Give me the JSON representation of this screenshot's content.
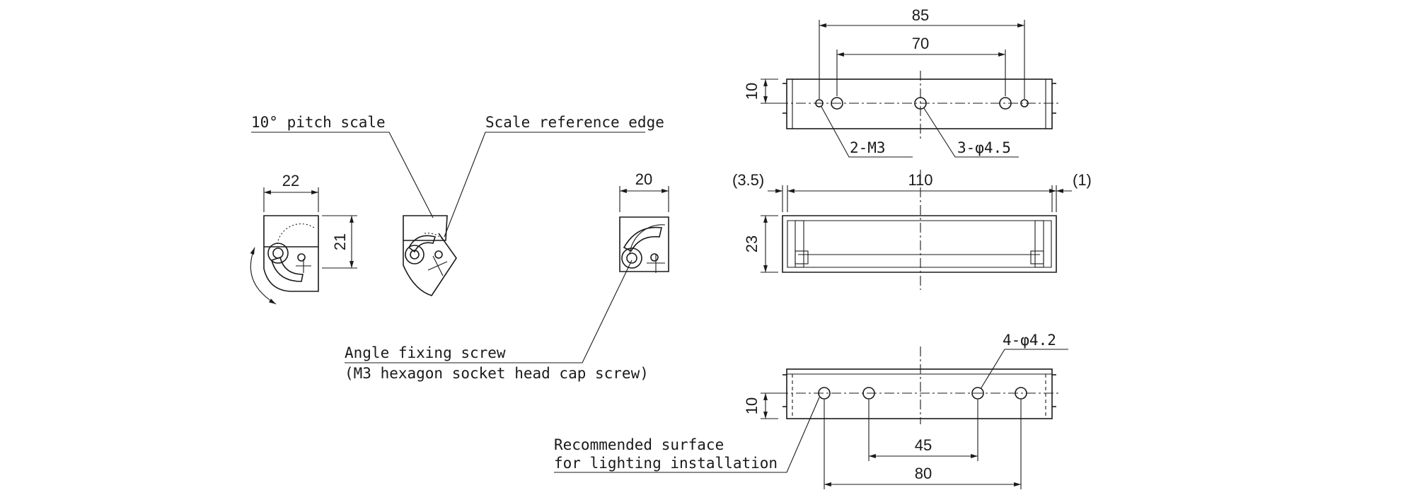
{
  "callouts": {
    "pitch_scale": "10° pitch scale",
    "reference_edge": "Scale reference edge",
    "fixing_screw_line1": "Angle fixing screw",
    "fixing_screw_line2": "(M3 hexagon socket head cap screw)",
    "mount_surface_line1": "Recommended surface",
    "mount_surface_line2": "for lighting installation"
  },
  "dimensions": {
    "side_width": "22",
    "side_height": "21",
    "front_width": "20",
    "top_total": "85",
    "top_inner": "70",
    "top_height": "10",
    "holes_m3": "2-M3",
    "holes_phi45": "3-φ4.5",
    "body_length": "110",
    "left_offset": "(3.5)",
    "right_offset": "(1)",
    "body_height": "23",
    "holes_phi42": "4-φ4.2",
    "bottom_height": "10",
    "bottom_inner": "45",
    "bottom_outer": "80"
  }
}
